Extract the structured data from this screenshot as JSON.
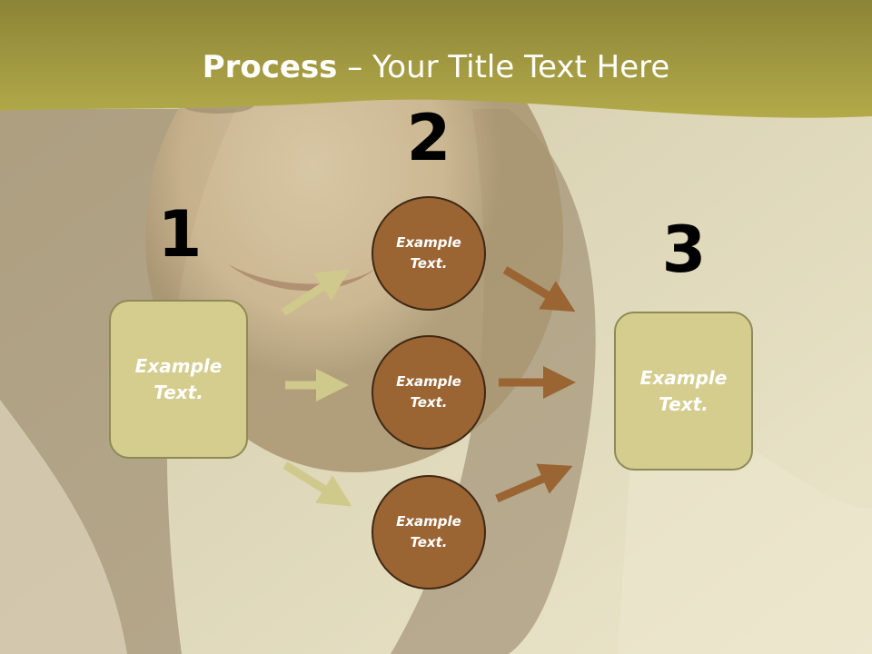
{
  "title": {
    "bold": "Process",
    "rest": " – Your Title Text Here"
  },
  "colors": {
    "title_band": "#a59a3e",
    "box_fill": "#d4cd8e",
    "box_border": "#8e8a58",
    "circle_fill": "#9a6433",
    "circle_border": "#3f2815",
    "arrow_light": "#d0c98c",
    "arrow_dark": "#9a6433"
  },
  "steps": [
    {
      "number": "1",
      "text": "Example Text."
    },
    {
      "number": "2",
      "items": [
        "Example Text.",
        "Example Text.",
        "Example Text."
      ]
    },
    {
      "number": "3",
      "text": "Example Text."
    }
  ]
}
